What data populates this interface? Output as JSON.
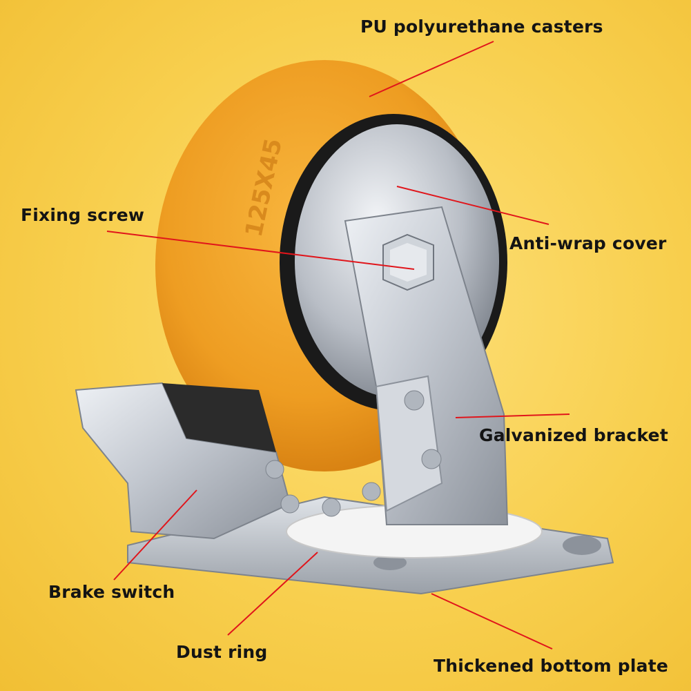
{
  "labels": {
    "pu_casters": "PU polyurethane casters",
    "fixing_screw": "Fixing screw",
    "anti_wrap": "Anti-wrap cover",
    "galvanized_bracket": "Galvanized bracket",
    "brake_switch": "Brake switch",
    "dust_ring": "Dust ring",
    "bottom_plate": "Thickened bottom plate"
  },
  "product_markings": {
    "wheel_size": "125X45"
  },
  "colors": {
    "background": "#f8cf4e",
    "wheel": "#f0a526",
    "callout_line": "#e0151b",
    "metal": "#c9ced6"
  }
}
